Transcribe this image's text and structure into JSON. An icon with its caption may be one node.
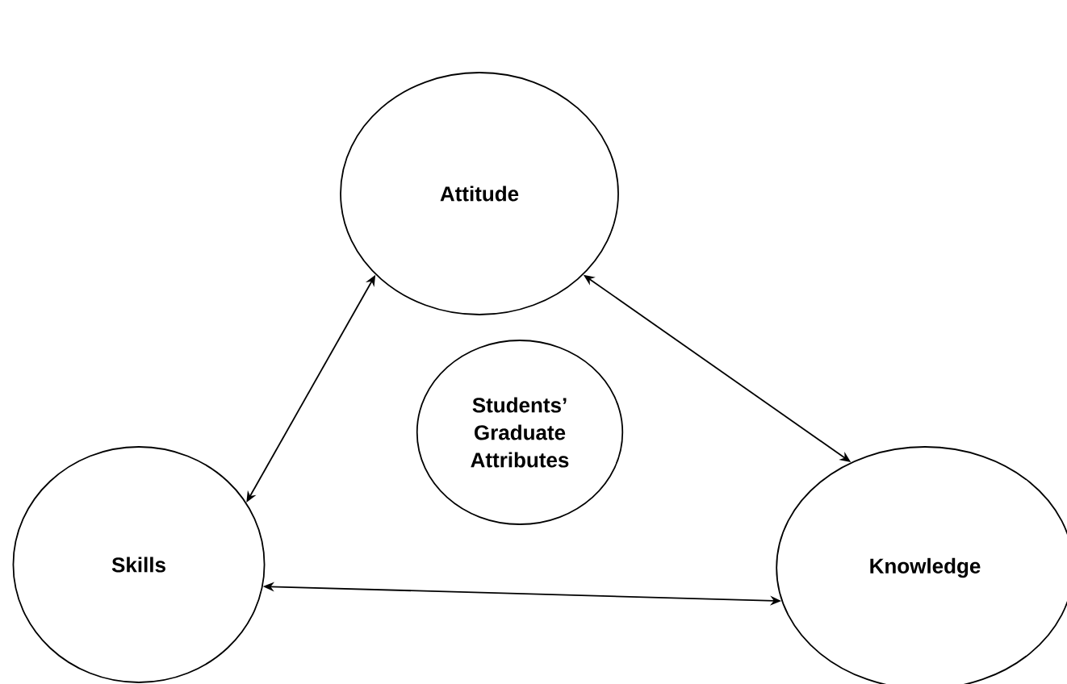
{
  "diagram": {
    "nodes": [
      {
        "text": [
          "Attitude"
        ]
      },
      {
        "text": [
          "Students’ Graduate Attributes"
        ]
      },
      {
        "text": [
          "Skills"
        ]
      },
      {
        "text": [
          "Knowledge"
        ]
      }
    ],
    "edges": [
      {
        "from": 0,
        "to": 2,
        "arrow": "both"
      },
      {
        "from": 0,
        "to": 3,
        "arrow": "both"
      },
      {
        "from": 2,
        "to": 3,
        "arrow": "both"
      }
    ]
  }
}
